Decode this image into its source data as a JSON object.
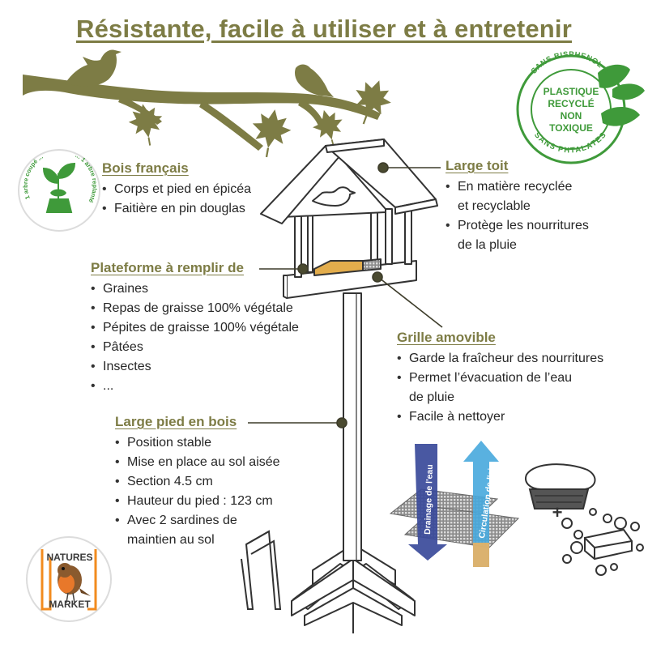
{
  "title": "Résistante, facile à utiliser et à entretenir",
  "colors": {
    "olive": "#7d7c45",
    "green": "#3f9a3a",
    "arrow_blue": "#3a4a9a",
    "arrow_cyan": "#47a9dd",
    "arrow_orange": "#f2b35a"
  },
  "sections": {
    "bois": {
      "heading": "Bois français",
      "items": [
        "Corps et pied en épicéa",
        "Faitière en pin douglas"
      ]
    },
    "toit": {
      "heading": "Large toit",
      "items": [
        "En matière recyclée",
        "et recyclable",
        "Protège les nourritures",
        "de la pluie"
      ]
    },
    "plateforme": {
      "heading": "Plateforme à remplir de",
      "items": [
        "Graines",
        "Repas de graisse 100% végétale",
        "Pépites de graisse 100% végétale",
        "Pâtées",
        "Insectes",
        "..."
      ]
    },
    "grille": {
      "heading": "Grille amovible",
      "items": [
        "Garde la fraîcheur des nourritures",
        "Permet l’évacuation de l’eau",
        "de pluie",
        "Facile à nettoyer"
      ]
    },
    "pied": {
      "heading": "Large pied en bois",
      "items": [
        "Position stable",
        "Mise en place au sol aisée",
        "Section 4.5 cm",
        "Hauteur du pied : 123 cm",
        "Avec 2 sardines de",
        "maintien au sol"
      ]
    }
  },
  "badges": {
    "recycle": {
      "ring_top": "SANS BISPHENOL A",
      "ring_bottom": "SANS PHTALATES",
      "l1": "PLASTIQUE",
      "l2": "RECYCLÉ",
      "l3": "NON",
      "l4": "TOXIQUE"
    },
    "tree": {
      "ring_left": "1 arbre coupé ...",
      "ring_right": "... 1 arbre replanté"
    },
    "logo": {
      "l1": "NATURES",
      "l2": "MARKET"
    }
  },
  "arrows": {
    "drainage": "Drainage de l'eau",
    "air": "Circulation de l'air"
  },
  "plus": "+",
  "icons": [
    "bird-icon",
    "maple-leaf-icon",
    "seedling-icon",
    "brush-icon",
    "soap-icon",
    "tent-peg-icon",
    "robin-icon"
  ]
}
